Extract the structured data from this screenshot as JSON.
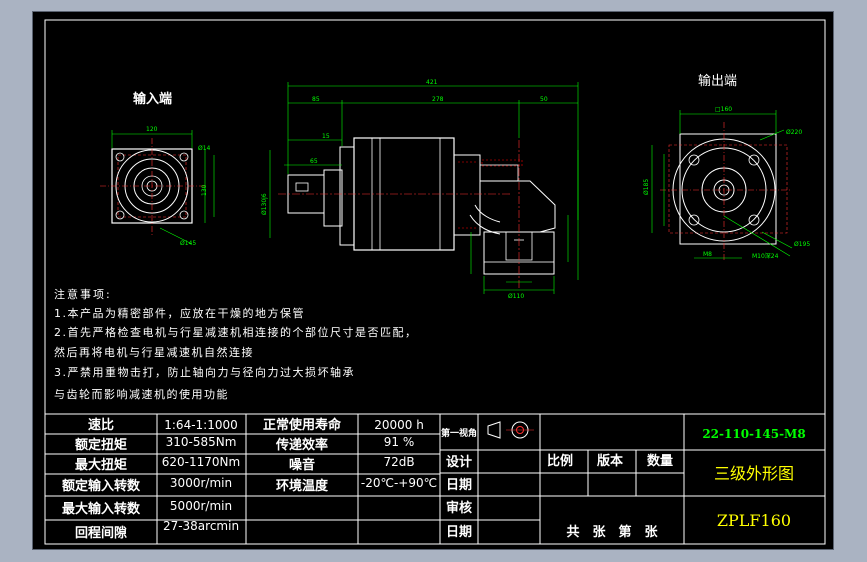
{
  "views": {
    "input_title": "输入端",
    "output_title": "输出端"
  },
  "notes": {
    "heading": "注意事项:",
    "lines": [
      "1.本产品为精密部件，应放在干燥的地方保管",
      "2.首先严格检查电机与行星减速机相连接的个部位尺寸是否匹配，",
      "然后再将电机与行星减速机自然连接",
      "3.严禁用重物击打，防止轴向力与径向力过大损坏轴承",
      "与齿轮而影响减速机的使用功能"
    ]
  },
  "specs": [
    {
      "label": "速比",
      "value": "1:64-1:1000"
    },
    {
      "label": "额定扭矩",
      "value": "310-585Nm"
    },
    {
      "label": "最大扭矩",
      "value": "620-1170Nm"
    },
    {
      "label": "额定输入转数",
      "value": "3000r/min"
    },
    {
      "label": "最大输入转数",
      "value": "5000r/min"
    },
    {
      "label": "回程间隙",
      "value": "27-38arcmin"
    }
  ],
  "specs2": [
    {
      "label": "正常使用寿命",
      "value": "20000 h"
    },
    {
      "label": "传递效率",
      "value": "91 %"
    },
    {
      "label": "噪音",
      "value": "72dB"
    },
    {
      "label": "环境温度",
      "value": "-20℃-+90℃"
    }
  ],
  "title_block": {
    "projection": "第一视角",
    "design": "设计",
    "date1": "日期",
    "review": "审核",
    "date2": "日期",
    "scale": "比例",
    "version": "版本",
    "quantity": "数量",
    "sheets": "共　张　第　张",
    "part_number": "22-110-145-M8",
    "drawing_name": "三级外形图",
    "model": "ZPLF160"
  },
  "dims": {
    "d120": "120",
    "d145": "Ø145",
    "d130": "130",
    "d14": "Ø14",
    "d421": "421",
    "d85": "85",
    "d278": "278",
    "d50": "50",
    "d65": "65",
    "d15": "15",
    "d130j6": "Ø130j6",
    "d110": "Ø110",
    "d160": "□160",
    "dM8": "M8",
    "d220": "Ø220",
    "d185": "Ø185",
    "m10": "M10深24",
    "d195": "Ø195"
  },
  "colors": {
    "background": "#000000",
    "outline": "#ffffff",
    "dimension": "#00ff00",
    "centerline": "#ff3030",
    "hidden": "#ff0000",
    "title_yellow": "#ffff00"
  }
}
